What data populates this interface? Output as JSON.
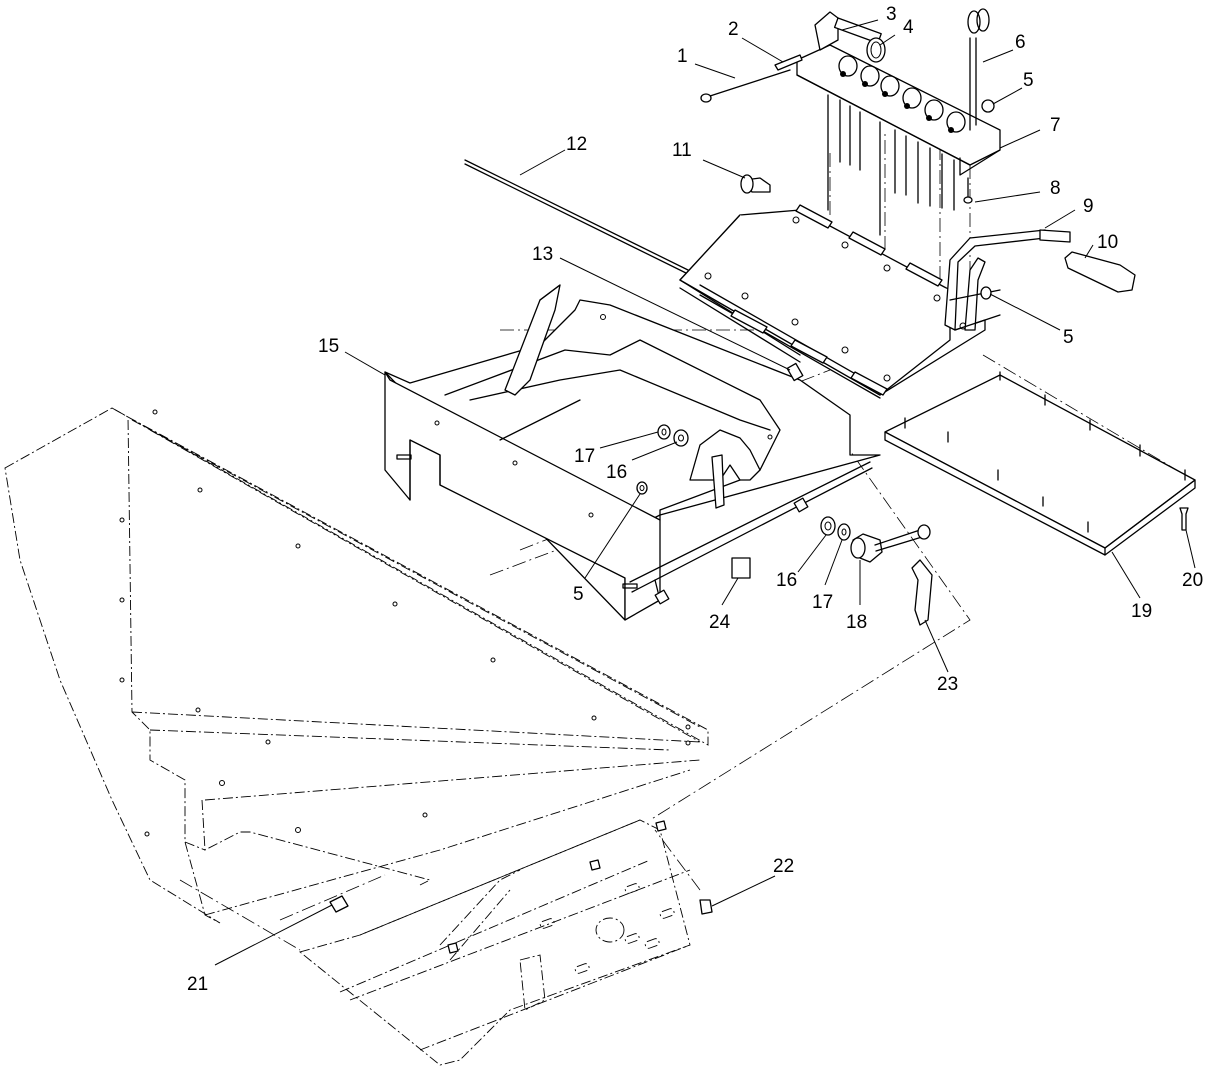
{
  "callouts": [
    {
      "id": "c1",
      "text": "1"
    },
    {
      "id": "c2",
      "text": "2"
    },
    {
      "id": "c3",
      "text": "3"
    },
    {
      "id": "c4",
      "text": "4"
    },
    {
      "id": "c5a",
      "text": "5"
    },
    {
      "id": "c6",
      "text": "6"
    },
    {
      "id": "c7",
      "text": "7"
    },
    {
      "id": "c8",
      "text": "8"
    },
    {
      "id": "c9",
      "text": "9"
    },
    {
      "id": "c10",
      "text": "10"
    },
    {
      "id": "c11",
      "text": "11"
    },
    {
      "id": "c12",
      "text": "12"
    },
    {
      "id": "c13",
      "text": "13"
    },
    {
      "id": "c5b",
      "text": "5"
    },
    {
      "id": "c15",
      "text": "15"
    },
    {
      "id": "c17a",
      "text": "17"
    },
    {
      "id": "c16a",
      "text": "16"
    },
    {
      "id": "c5c",
      "text": "5"
    },
    {
      "id": "c16b",
      "text": "16"
    },
    {
      "id": "c17b",
      "text": "17"
    },
    {
      "id": "c18",
      "text": "18"
    },
    {
      "id": "c24",
      "text": "24"
    },
    {
      "id": "c23",
      "text": "23"
    },
    {
      "id": "c19",
      "text": "19"
    },
    {
      "id": "c20",
      "text": "20"
    },
    {
      "id": "c22",
      "text": "22"
    },
    {
      "id": "c21",
      "text": "21"
    }
  ]
}
